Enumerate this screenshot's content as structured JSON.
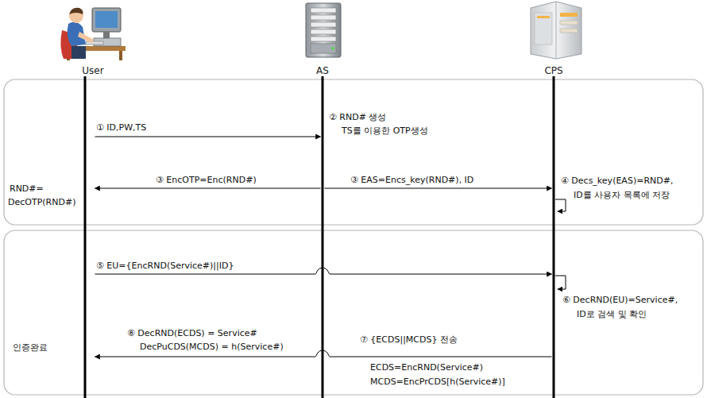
{
  "diagram": {
    "nodes": [
      {
        "text": [
          "User"
        ]
      },
      {
        "text": [
          "AS"
        ]
      },
      {
        "text": [
          "CPS"
        ]
      }
    ],
    "edges": [
      {
        "from": 0,
        "to": 1,
        "label": "① ID,PW,TS",
        "arrow": "to"
      },
      {
        "from": 1,
        "to": 0,
        "label": "③ EncOTP=Enc(RND#)",
        "arrow": "to"
      },
      {
        "from": 1,
        "to": 2,
        "label": "③ EAS=Encs_key(RND#), ID",
        "arrow": "to"
      },
      {
        "from": 0,
        "to": 2,
        "label": "⑤ EU={EncRND(Service#)||ID}",
        "arrow": "to"
      },
      {
        "from": 2,
        "to": 0,
        "label": "⑦ {ECDS||MCDS} 전송",
        "arrow": "to"
      }
    ],
    "labels": [
      "RND#=",
      "DecOTP(RND#)",
      "② RND# 생성",
      "TS를 이용한 OTP생성",
      "④ Decs_key(EAS)=RND#,",
      "ID를 사용자 목록에 저장",
      "⑥ DecRND(EU)=Service#,",
      "ID로 검색 및 확인",
      "인증완료",
      "⑧ DecRND(ECDS) = Service#",
      "DecPuCDS(MCDS) = h(Service#)",
      "ECDS=EncRND(Service#)",
      "MCDS=EncPrCDS[h(Service#)]"
    ]
  }
}
